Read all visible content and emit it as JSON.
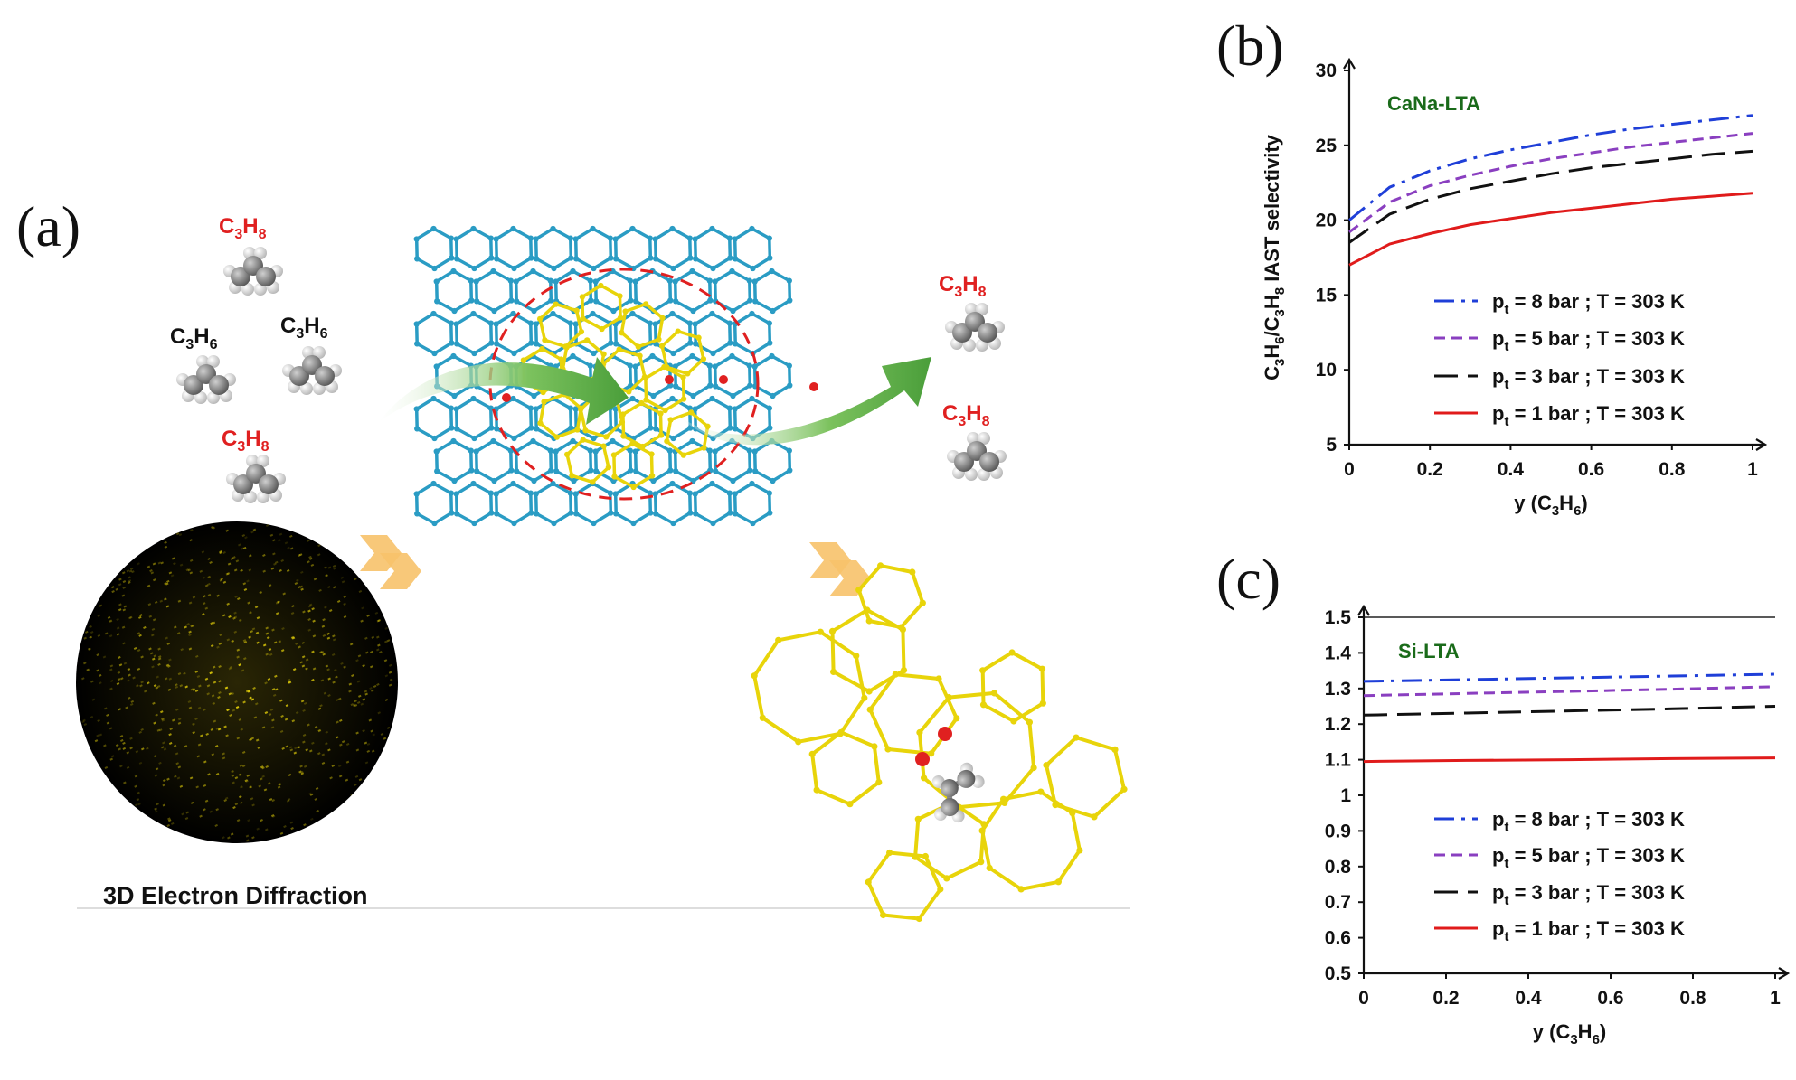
{
  "panels": {
    "a_label": "(a)",
    "b_label": "(b)",
    "c_label": "(c)"
  },
  "schematic": {
    "molecules": [
      {
        "base": "C",
        "n1": "3",
        "mid": "H",
        "n2": "8",
        "color": "#e02020"
      },
      {
        "base": "C",
        "n1": "3",
        "mid": "H",
        "n2": "6",
        "color": "#111111"
      },
      {
        "base": "C",
        "n1": "3",
        "mid": "H",
        "n2": "6",
        "color": "#111111"
      },
      {
        "base": "C",
        "n1": "3",
        "mid": "H",
        "n2": "8",
        "color": "#e02020"
      },
      {
        "base": "C",
        "n1": "3",
        "mid": "H",
        "n2": "8",
        "color": "#e02020"
      },
      {
        "base": "C",
        "n1": "3",
        "mid": "H",
        "n2": "8",
        "color": "#e02020"
      }
    ],
    "diffraction_caption": "3D Electron Diffraction",
    "colors": {
      "framework": "#2a9cc4",
      "highlight": "#e8d40a",
      "arrow": "#5cb04a",
      "oxygen": "#e02020",
      "chevron": "#f7c26a"
    }
  },
  "chart_data": [
    {
      "type": "line",
      "panel": "(b)",
      "title": "CaNa-LTA",
      "ylabel": {
        "p1": "C",
        "s1": "3",
        "p2": "H",
        "s2": "6",
        "p3": "/C",
        "s3": "3",
        "p4": "H",
        "s4": "8",
        "p5": " IAST selectivity"
      },
      "xlabel": {
        "p1": "y (C",
        "s1": "3",
        "p2": "H",
        "s2": "6",
        "p3": ")"
      },
      "xlim": [
        0,
        1
      ],
      "ylim": [
        5,
        30
      ],
      "xticks": [
        "0",
        "0.2",
        "0.4",
        "0.6",
        "0.8",
        "1"
      ],
      "yticks": [
        "5",
        "10",
        "15",
        "20",
        "25",
        "30"
      ],
      "legend_position": "bottom-right",
      "series": [
        {
          "name": "pt = 8 bar ; T = 303 K",
          "legend": {
            "p": "p",
            "sub": "t",
            "rest": " = 8 bar ; T = 303 K"
          },
          "color": "#1f3fd8",
          "dash": "dashdot",
          "x": [
            0,
            0.1,
            0.2,
            0.3,
            0.4,
            0.5,
            0.6,
            0.7,
            0.8,
            0.9,
            1.0
          ],
          "y": [
            20.0,
            22.2,
            23.3,
            24.1,
            24.7,
            25.2,
            25.7,
            26.1,
            26.4,
            26.7,
            27.0
          ]
        },
        {
          "name": "pt = 5 bar ; T = 303 K",
          "legend": {
            "p": "p",
            "sub": "t",
            "rest": " = 5 bar ; T = 303 K"
          },
          "color": "#8a3fc0",
          "dash": "dash",
          "x": [
            0,
            0.1,
            0.2,
            0.3,
            0.4,
            0.5,
            0.6,
            0.7,
            0.8,
            0.9,
            1.0
          ],
          "y": [
            19.2,
            21.2,
            22.3,
            23.0,
            23.6,
            24.1,
            24.5,
            24.9,
            25.2,
            25.5,
            25.8
          ]
        },
        {
          "name": "pt = 3 bar ; T = 303 K",
          "legend": {
            "p": "p",
            "sub": "t",
            "rest": " = 3 bar ; T = 303 K"
          },
          "color": "#111111",
          "dash": "longdash",
          "x": [
            0,
            0.1,
            0.2,
            0.3,
            0.4,
            0.5,
            0.6,
            0.7,
            0.8,
            0.9,
            1.0
          ],
          "y": [
            18.5,
            20.4,
            21.4,
            22.1,
            22.6,
            23.1,
            23.5,
            23.8,
            24.1,
            24.4,
            24.6
          ]
        },
        {
          "name": "pt = 1 bar ; T = 303 K",
          "legend": {
            "p": "p",
            "sub": "t",
            "rest": " = 1 bar ; T = 303 K"
          },
          "color": "#e01b1b",
          "dash": "solid",
          "x": [
            0,
            0.1,
            0.2,
            0.3,
            0.4,
            0.5,
            0.6,
            0.7,
            0.8,
            0.9,
            1.0
          ],
          "y": [
            17.0,
            18.4,
            19.1,
            19.7,
            20.1,
            20.5,
            20.8,
            21.1,
            21.4,
            21.6,
            21.8
          ]
        }
      ]
    },
    {
      "type": "line",
      "panel": "(c)",
      "title": "Si-LTA",
      "xlabel": {
        "p1": "y (C",
        "s1": "3",
        "p2": "H",
        "s2": "6",
        "p3": ")"
      },
      "xlim": [
        0,
        1
      ],
      "ylim": [
        0.5,
        1.5
      ],
      "xticks": [
        "0",
        "0.2",
        "0.4",
        "0.6",
        "0.8",
        "1"
      ],
      "yticks": [
        "0.5",
        "0.6",
        "0.7",
        "0.8",
        "0.9",
        "1",
        "1.1",
        "1.2",
        "1.3",
        "1.4",
        "1.5"
      ],
      "legend_position": "bottom-right",
      "series": [
        {
          "name": "pt = 8 bar ; T = 303 K",
          "legend": {
            "p": "p",
            "sub": "t",
            "rest": " = 8 bar ; T = 303 K"
          },
          "color": "#1f3fd8",
          "dash": "dashdot",
          "x": [
            0,
            0.25,
            0.5,
            0.75,
            1.0
          ],
          "y": [
            1.32,
            1.325,
            1.33,
            1.335,
            1.34
          ]
        },
        {
          "name": "pt = 5 bar ; T = 303 K",
          "legend": {
            "p": "p",
            "sub": "t",
            "rest": " = 5 bar ; T = 303 K"
          },
          "color": "#8a3fc0",
          "dash": "dash",
          "x": [
            0,
            0.25,
            0.5,
            0.75,
            1.0
          ],
          "y": [
            1.28,
            1.286,
            1.292,
            1.298,
            1.305
          ]
        },
        {
          "name": "pt = 3 bar ; T = 303 K",
          "legend": {
            "p": "p",
            "sub": "t",
            "rest": " = 3 bar ; T = 303 K"
          },
          "color": "#111111",
          "dash": "longdash",
          "x": [
            0,
            0.25,
            0.5,
            0.75,
            1.0
          ],
          "y": [
            1.225,
            1.231,
            1.237,
            1.243,
            1.25
          ]
        },
        {
          "name": "pt = 1 bar ; T = 303 K",
          "legend": {
            "p": "p",
            "sub": "t",
            "rest": " = 1 bar ; T = 303 K"
          },
          "color": "#e01b1b",
          "dash": "solid",
          "x": [
            0,
            0.25,
            0.5,
            0.75,
            1.0
          ],
          "y": [
            1.095,
            1.098,
            1.1,
            1.103,
            1.105
          ]
        }
      ]
    }
  ]
}
